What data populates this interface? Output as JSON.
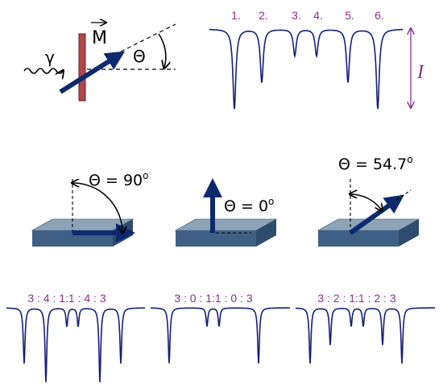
{
  "colors": {
    "arrow": "#0d2a6e",
    "spectrum": "#14207a",
    "label_purple": "#8b2f8b",
    "absorber": "#b0474a",
    "block_top": "#8da4b8",
    "block_side": "#3f5f85",
    "black": "#000000"
  },
  "geometry_labels": {
    "gamma": "γ",
    "magnetization": "M",
    "theta": "Θ",
    "intensity": "I"
  },
  "top_spectrum": {
    "line_labels": [
      "1.",
      "2.",
      "3.",
      "4.",
      "5.",
      "6."
    ],
    "relative_depths": [
      3,
      2,
      1,
      1,
      2,
      3
    ]
  },
  "orientations": [
    {
      "theta_label": "Θ = 90",
      "degree_symbol": "o",
      "theta_deg": 90
    },
    {
      "theta_label": "Θ = 0",
      "degree_symbol": "o",
      "theta_deg": 0
    },
    {
      "theta_label": "Θ = 54.7",
      "degree_symbol": "o",
      "theta_deg": 54.7
    }
  ],
  "spectra": [
    {
      "ratio_label": "3 : 4 : 1:1 : 4 : 3",
      "ratios": [
        3,
        4,
        1,
        1,
        4,
        3
      ]
    },
    {
      "ratio_label": "3 : 0 : 1:1 : 0 : 3",
      "ratios": [
        3,
        0,
        1,
        1,
        0,
        3
      ]
    },
    {
      "ratio_label": "3 : 2 : 1:1 : 2 : 3",
      "ratios": [
        3,
        2,
        1,
        1,
        2,
        3
      ]
    }
  ]
}
